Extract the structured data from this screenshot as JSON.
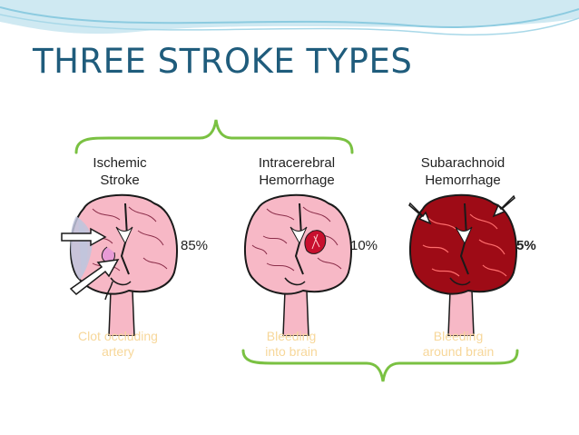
{
  "slide": {
    "title": "THREE STROKE TYPES"
  },
  "strokes": [
    {
      "label_lines": [
        "Ischemic",
        "Stroke"
      ],
      "percent": "85%",
      "caption_lines": [
        "Clot occluding",
        "artery"
      ]
    },
    {
      "label_lines": [
        "Intracerebral",
        "Hemorrhage"
      ],
      "percent": "10%",
      "caption_lines": [
        "Bleeding",
        "into brain"
      ]
    },
    {
      "label_lines": [
        "Subarachnoid",
        "Hemorrhage"
      ],
      "percent": "5%",
      "caption_lines": [
        "Bleeding",
        "around brain"
      ]
    }
  ],
  "colors": {
    "title": "#1f5c7c",
    "brain_pink": "#f7b8c6",
    "brain_outline": "#1a1a1a",
    "vessel_red": "#c8102e",
    "subarachnoid_red": "#9e0b16",
    "brace_green": "#7ac142",
    "caption": "#f7d79a",
    "swoosh": "#8ccbe0"
  },
  "icons": [
    "arrow-icon",
    "brain-illustration",
    "curly-brace"
  ]
}
